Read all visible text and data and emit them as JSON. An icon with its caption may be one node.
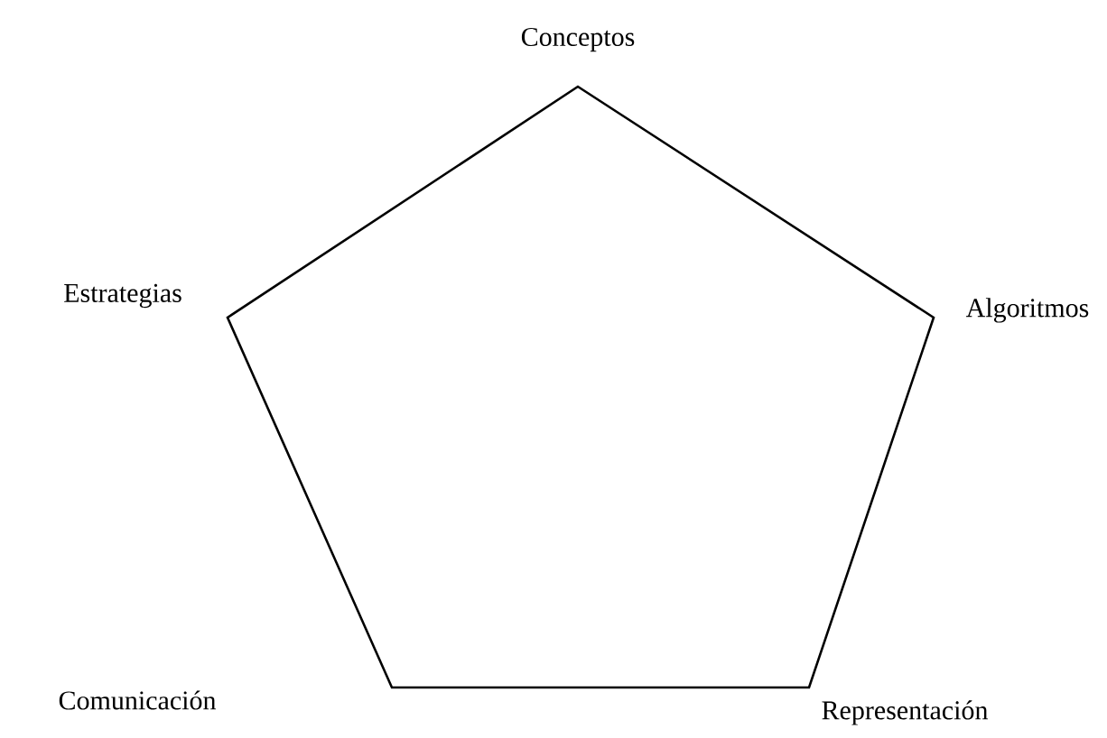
{
  "diagram": {
    "nodes": [
      {
        "text": [],
        "shape": "pentagon"
      }
    ],
    "labels": [
      "Conceptos",
      "Estrategias",
      "Algoritmos",
      "Comunicación",
      "Representación"
    ]
  }
}
